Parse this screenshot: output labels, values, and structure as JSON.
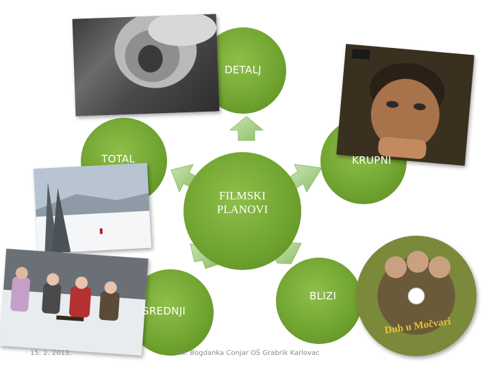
{
  "diagram": {
    "center_label_line1": "FILMSKI",
    "center_label_line2": "PLANOVI",
    "nodes": [
      {
        "label": "DETALJ"
      },
      {
        "label": "KRUPNI"
      },
      {
        "label": "BLIZI"
      },
      {
        "label": "SREDNJI"
      },
      {
        "label": "TOTAL"
      }
    ]
  },
  "photos": {
    "ear": "ear-photo",
    "boy": "boy-closeup-photo",
    "winter": "winter-landscape-photo",
    "group": "group-on-snow-photo",
    "dvd": "dvd-disc-photo",
    "dvd_title": "Duh u Močvari"
  },
  "footer": {
    "date": "15. 2. 2013.",
    "author": "mr. Bogdanka Conjar OŠ Grabrik Karlovac"
  },
  "colors": {
    "circle_green": "#6fa22f",
    "arrow_green": "#a9cf86"
  }
}
